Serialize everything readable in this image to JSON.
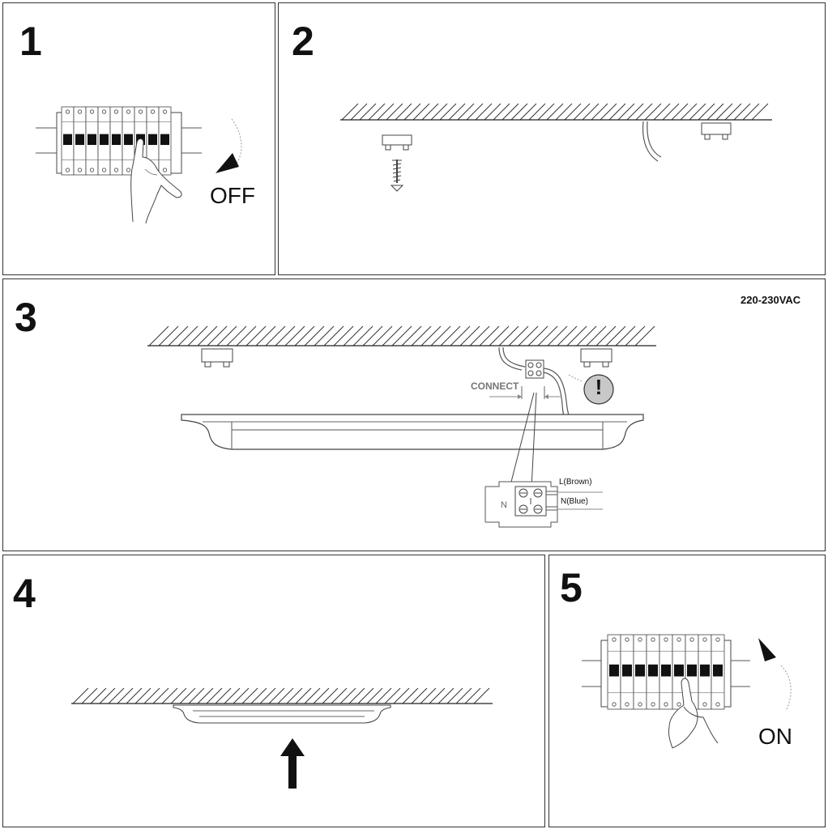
{
  "steps": [
    {
      "number": "1",
      "label": "OFF"
    },
    {
      "number": "2"
    },
    {
      "number": "3",
      "voltage": "220-230VAC",
      "connect_label": "CONNECT",
      "live_label": "L(Brown)",
      "neutral_label": "N(Blue)",
      "neutral_marker": "N",
      "warning_symbol": "!"
    },
    {
      "number": "4"
    },
    {
      "number": "5",
      "label": "ON"
    }
  ]
}
